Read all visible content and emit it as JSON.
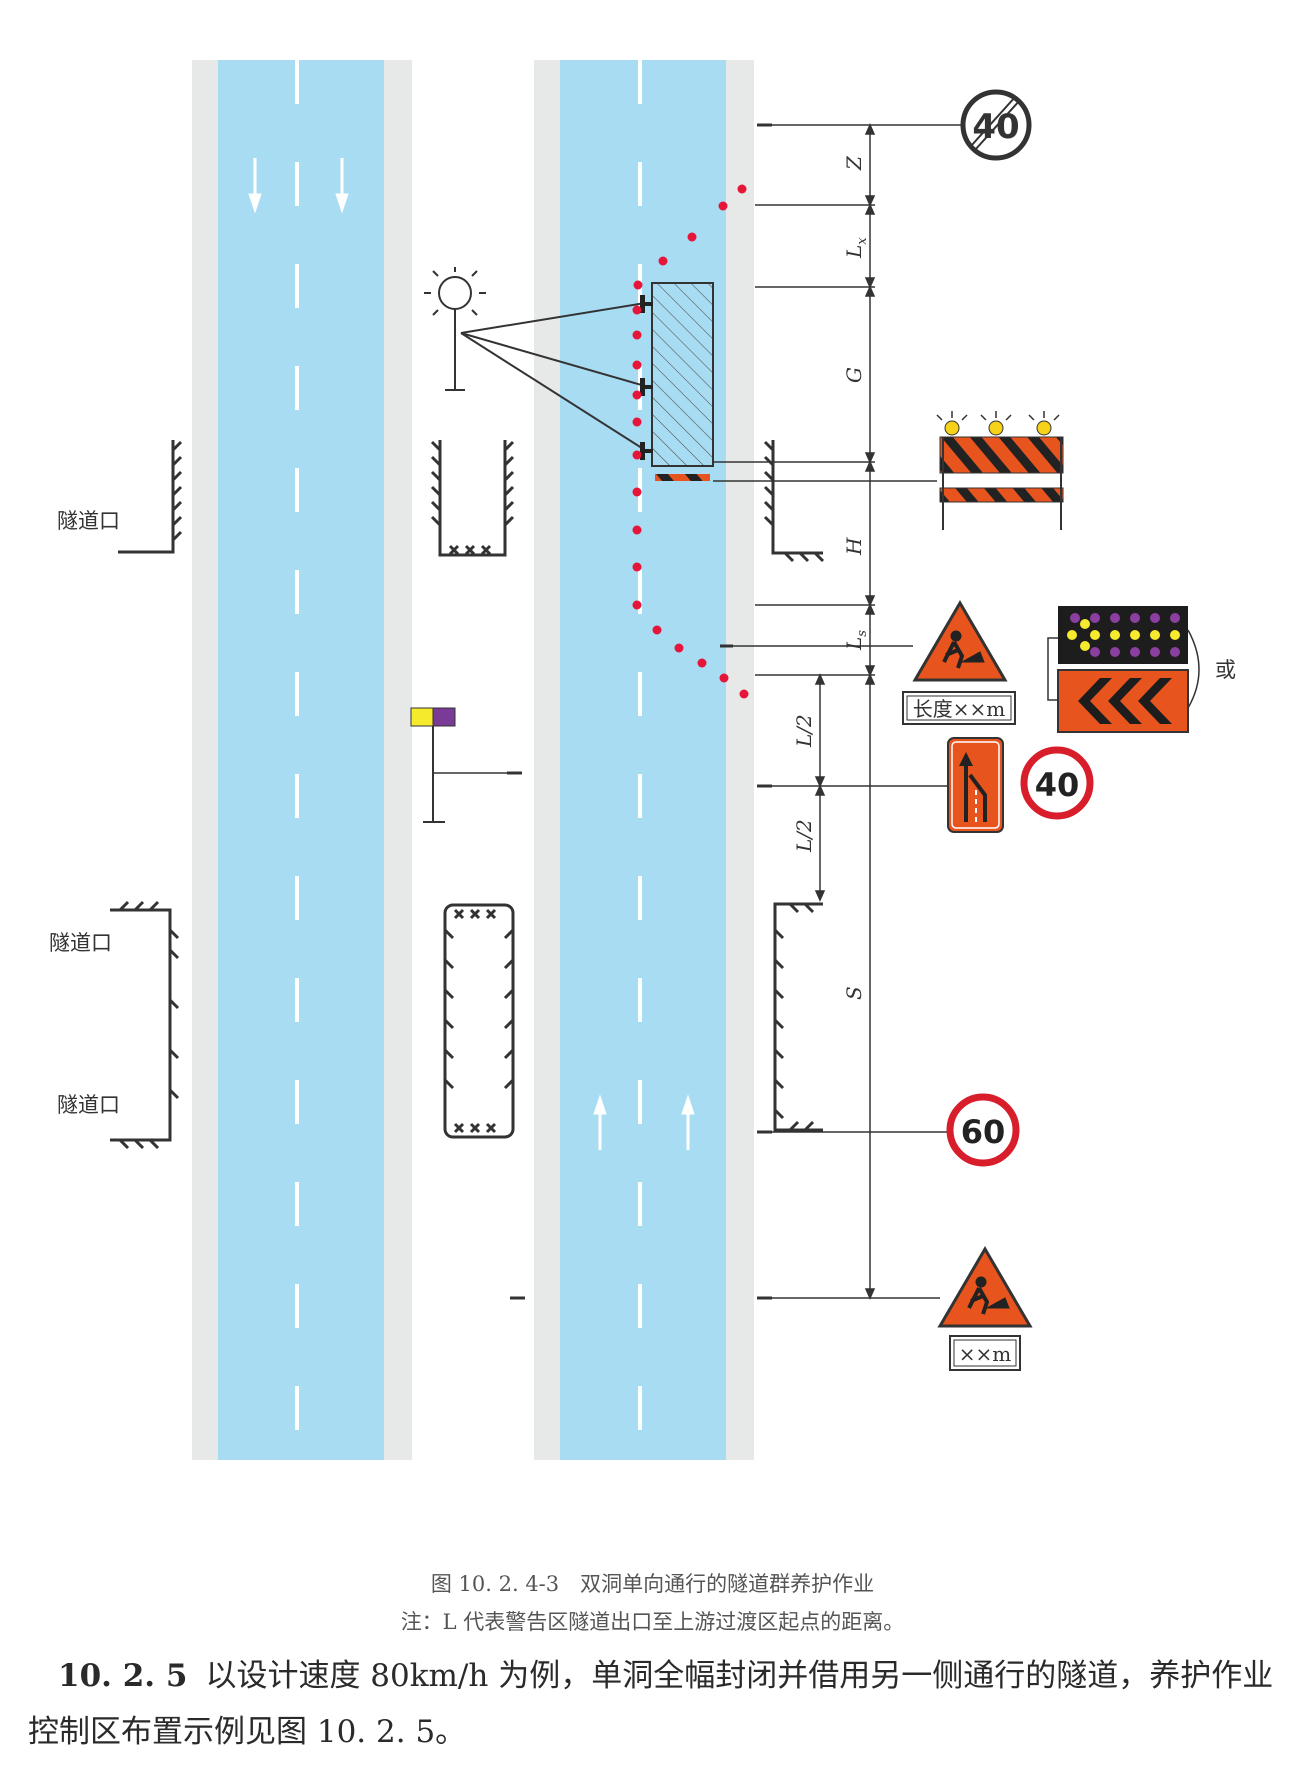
{
  "labels": {
    "tunnel_portal": "隧道口",
    "or": "或",
    "length_plate": "长度××m",
    "distance_plate": "××m"
  },
  "dimensions": {
    "z": "Z",
    "lx_main": "L",
    "lx_sub": "x",
    "g": "G",
    "h": "H",
    "ls_main": "L",
    "ls_sub": "s",
    "l_half": "L/2",
    "s": "S"
  },
  "signs": {
    "speed_limit_end": "40",
    "speed_limit_40": "40",
    "speed_limit_60": "60"
  },
  "caption": {
    "title": "图 10. 2. 4-3　双洞单向通行的隧道群养护作业",
    "note": "注：L 代表警告区隧道出口至上游过渡区起点的距离。"
  },
  "paragraph": {
    "number": "10. 2. 5",
    "text": "以设计速度 80km/h 为例，单洞全幅封闭并借用另一侧通行的隧道，养护作业控制区布置示例见图 10. 2. 5。"
  },
  "colors": {
    "lane_blue": "#a8dcf2",
    "shoulder_gray": "#e6e9e8",
    "cone_red": "#e5163a",
    "warning_orange": "#e8541e",
    "speed_ring_red": "#d81e2a"
  }
}
